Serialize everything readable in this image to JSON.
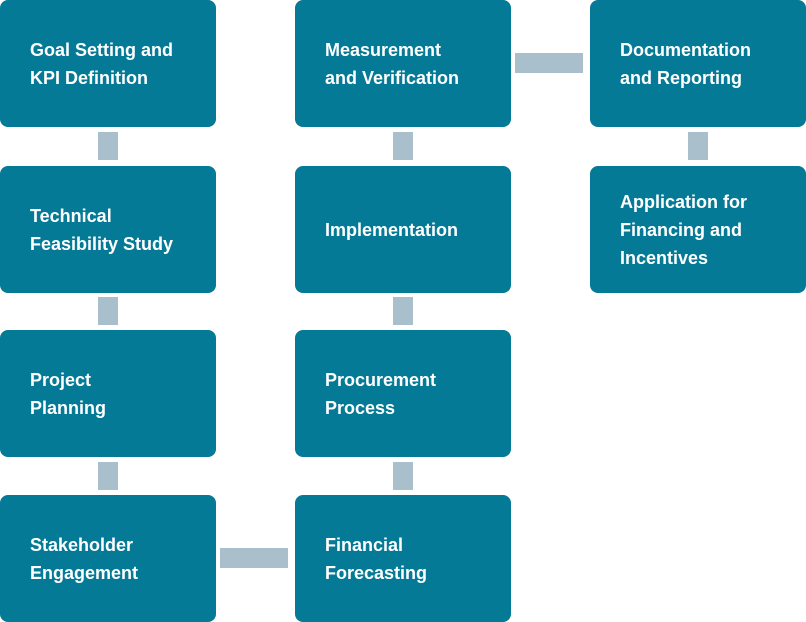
{
  "colors": {
    "box_fill": "#057a96",
    "connector": "#a9bfcb",
    "text": "#ffffff"
  },
  "steps": [
    {
      "label": "Goal Setting and\nKPI Definition"
    },
    {
      "label": "Technical\nFeasibility Study"
    },
    {
      "label": "Project\nPlanning"
    },
    {
      "label": "Stakeholder\nEngagement"
    },
    {
      "label": "Financial\nForecasting"
    },
    {
      "label": "Procurement\nProcess"
    },
    {
      "label": "Implementation"
    },
    {
      "label": "Measurement\nand Verification"
    },
    {
      "label": "Documentation\nand Reporting"
    },
    {
      "label": "Application for\nFinancing and\nIncentives"
    }
  ]
}
